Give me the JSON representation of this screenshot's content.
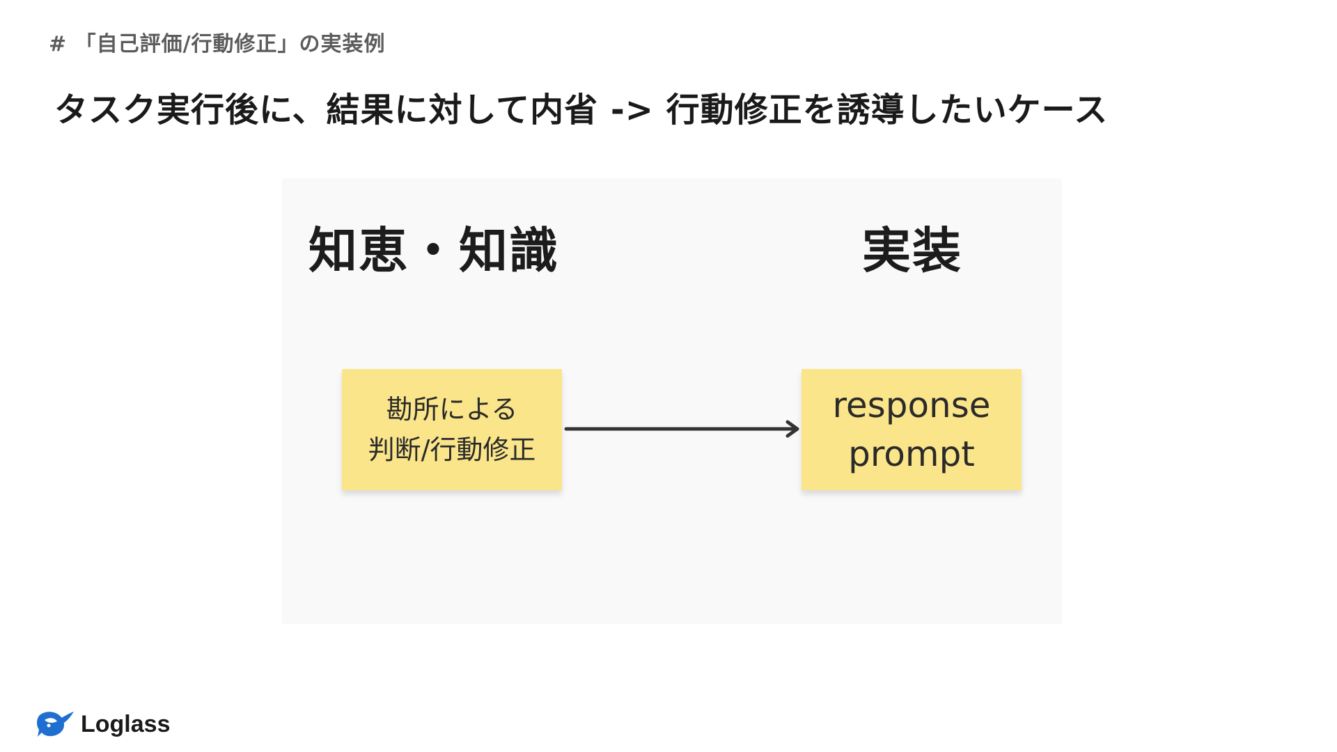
{
  "header": {
    "section_label": "# 「自己評価/行動修正」の実装例",
    "title": "タスク実行後に、結果に対して内省 -> 行動修正を誘導したいケース"
  },
  "diagram": {
    "left_heading": "知恵・知識",
    "right_heading": "実装",
    "left_note": {
      "line1": "勘所による",
      "line2": "判断/行動修正"
    },
    "right_note": {
      "line1": "response",
      "line2": "prompt"
    },
    "colors": {
      "sticky": "#fbe58a",
      "board": "#f9f9f9",
      "arrow": "#333333"
    }
  },
  "footer": {
    "logo_text": "Loglass",
    "logo_color": "#1f6fd1"
  }
}
